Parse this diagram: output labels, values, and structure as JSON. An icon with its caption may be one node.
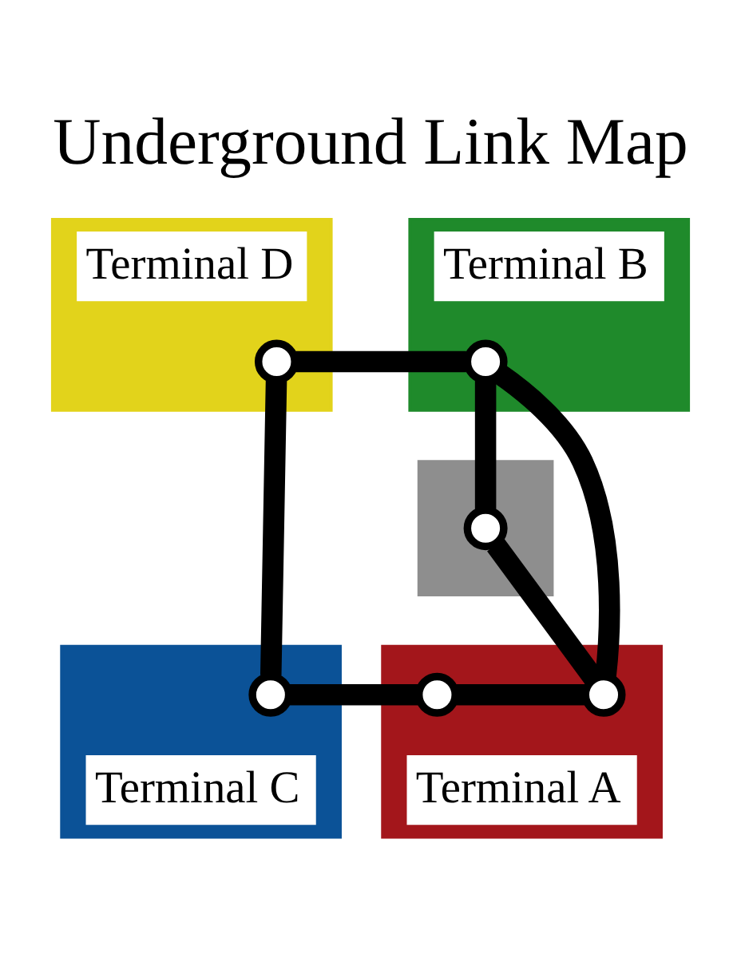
{
  "diagram": {
    "title": "Underground Link Map",
    "nodes": [
      {
        "text": [
          "Terminal D"
        ]
      },
      {
        "text": [],
        "shape": "circle",
        "in": 0
      },
      {
        "text": [
          "Terminal C"
        ]
      },
      {
        "text": [],
        "shape": "circle",
        "in": 2
      },
      {
        "text": [],
        "shape": "bar"
      },
      {
        "text": [],
        "shape": "circle",
        "in": 4
      },
      {
        "text": [
          "Terminal B"
        ]
      },
      {
        "text": [],
        "shape": "circle",
        "in": 6
      },
      {
        "text": [
          "Terminal A"
        ]
      },
      {
        "text": [],
        "shape": "circle",
        "in": 8
      },
      {
        "text": [],
        "shape": "circle",
        "in": 8
      }
    ],
    "edges": [
      {
        "from": 1,
        "to": 3,
        "arrow": "none"
      },
      {
        "from": 1,
        "to": 7,
        "arrow": "none"
      },
      {
        "from": 3,
        "to": 9,
        "arrow": "none"
      },
      {
        "from": 9,
        "to": 10,
        "arrow": "none"
      },
      {
        "from": 7,
        "to": 10,
        "arrow": "none"
      },
      {
        "from": 7,
        "to": 5,
        "arrow": "none"
      },
      {
        "from": 5,
        "to": 10,
        "arrow": "none"
      }
    ]
  }
}
